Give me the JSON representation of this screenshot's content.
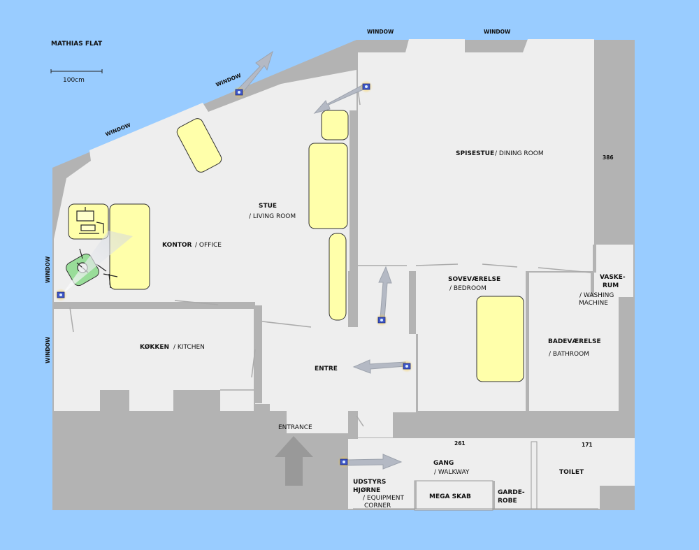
{
  "title": "MATHIAS FLAT",
  "scale_label": "100cm",
  "window_label": "WINDOW",
  "entrance_label": "ENTRANCE",
  "dimensions": {
    "d386": "386",
    "d261": "261",
    "d171": "171"
  },
  "rooms": {
    "spisestue": {
      "name": "SPISESTUE",
      "sub": "/ DINING ROOM"
    },
    "stue": {
      "name": "STUE",
      "sub": "/ LIVING ROOM"
    },
    "kontor": {
      "name": "KONTOR",
      "sub": "/ OFFICE"
    },
    "kokken": {
      "name": "KØKKEN",
      "sub": "/ KITCHEN"
    },
    "entre": {
      "name": "ENTRE"
    },
    "sovevaerelse": {
      "name": "SOVEVÆRELSE",
      "sub": "/ BEDROOM"
    },
    "vaskerum": {
      "name1": "VASKE-",
      "name2": "RUM",
      "sub1": "/ WASHING",
      "sub2": "MACHINE"
    },
    "badevaerelse": {
      "name": "BADEVÆRELSE",
      "sub": "/ BATHROOM"
    },
    "gang": {
      "name": "GANG",
      "sub": "/ WALKWAY"
    },
    "toilet": {
      "name": "TOILET"
    },
    "udstyr": {
      "name1": "UDSTYRS",
      "name2": "HJØRNE",
      "sub1": "/ EQUIPMENT",
      "sub2": "CORNER"
    },
    "megaskab": {
      "name": "MEGA SKAB"
    },
    "garderobe": {
      "name1": "GARDE-",
      "name2": "ROBE"
    }
  },
  "colors": {
    "background": "#99ccff",
    "wall": "#b3b3b3",
    "floor": "#eeeeee",
    "furniture": "#ffffaa",
    "camera": "#3f57c7",
    "camera_glow": "#f0b000",
    "arrow": "#b4b9c4"
  }
}
